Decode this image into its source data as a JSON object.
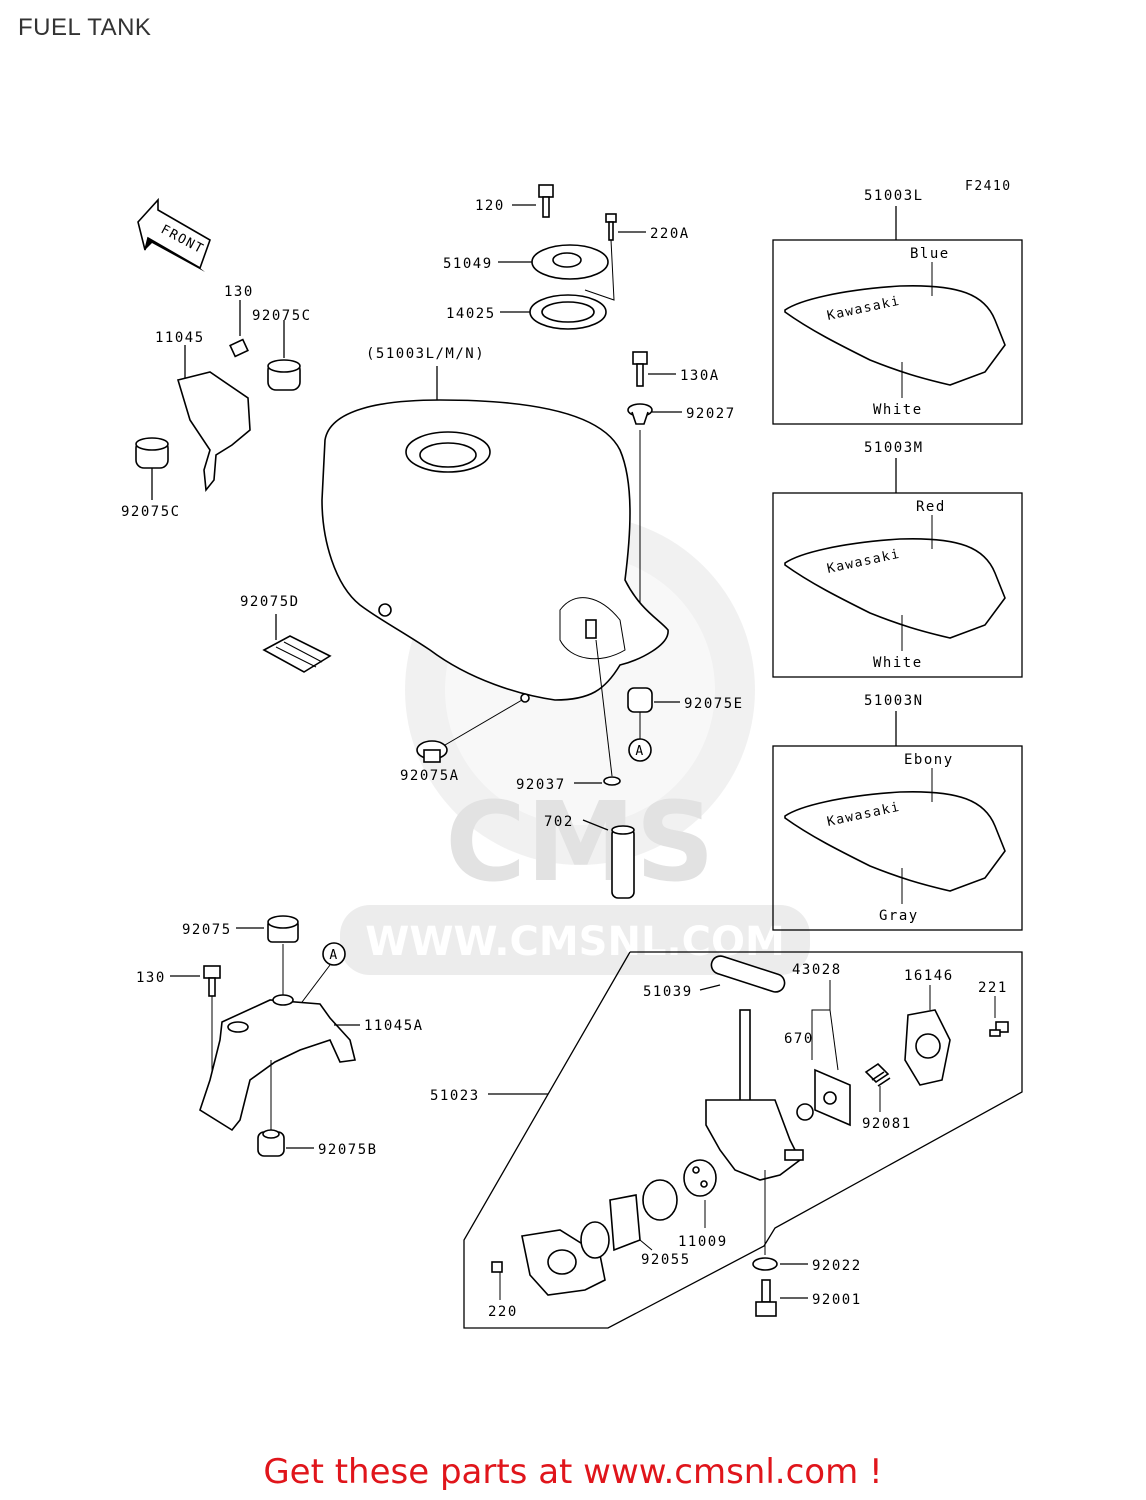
{
  "page": {
    "title": "FUEL TANK",
    "figure_code": "F2410"
  },
  "front_arrow": {
    "label": "FRONT"
  },
  "watermark": {
    "brand": "CMS",
    "url": "WWW.CMSNL.COM"
  },
  "callouts": {
    "p120": "120",
    "p220a": "220A",
    "p51049": "51049",
    "p14025": "14025",
    "p130a": "130A",
    "p92027": "92027",
    "p51003lmn": "(51003L/M/N)",
    "p130": "130",
    "p92075c_top": "92075C",
    "p11045": "11045",
    "p92075c_bot": "92075C",
    "p92075d": "92075D",
    "p92075e": "92075E",
    "ref_a1": "A",
    "p92037": "92037",
    "p702": "702",
    "p92075a": "92075A",
    "p92075": "92075",
    "ref_a2": "A",
    "p130b": "130",
    "p11045a": "11045A",
    "p92075b": "92075B",
    "p51039": "51039",
    "p43028": "43028",
    "p16146": "16146",
    "p221": "221",
    "p670": "670",
    "p51023": "51023",
    "p92081": "92081",
    "p11009": "11009",
    "p92055": "92055",
    "p92022": "92022",
    "p220": "220",
    "p92001": "92001"
  },
  "color_variants": [
    {
      "code": "51003L",
      "brand": "Kawasaki",
      "top_color": "Blue",
      "bottom_color": "White"
    },
    {
      "code": "51003M",
      "brand": "Kawasaki",
      "top_color": "Red",
      "bottom_color": "White"
    },
    {
      "code": "51003N",
      "brand": "Kawasaki",
      "top_color": "Ebony",
      "bottom_color": "Gray"
    }
  ],
  "footer": {
    "text": "Get these parts at www.cmsnl.com !"
  }
}
